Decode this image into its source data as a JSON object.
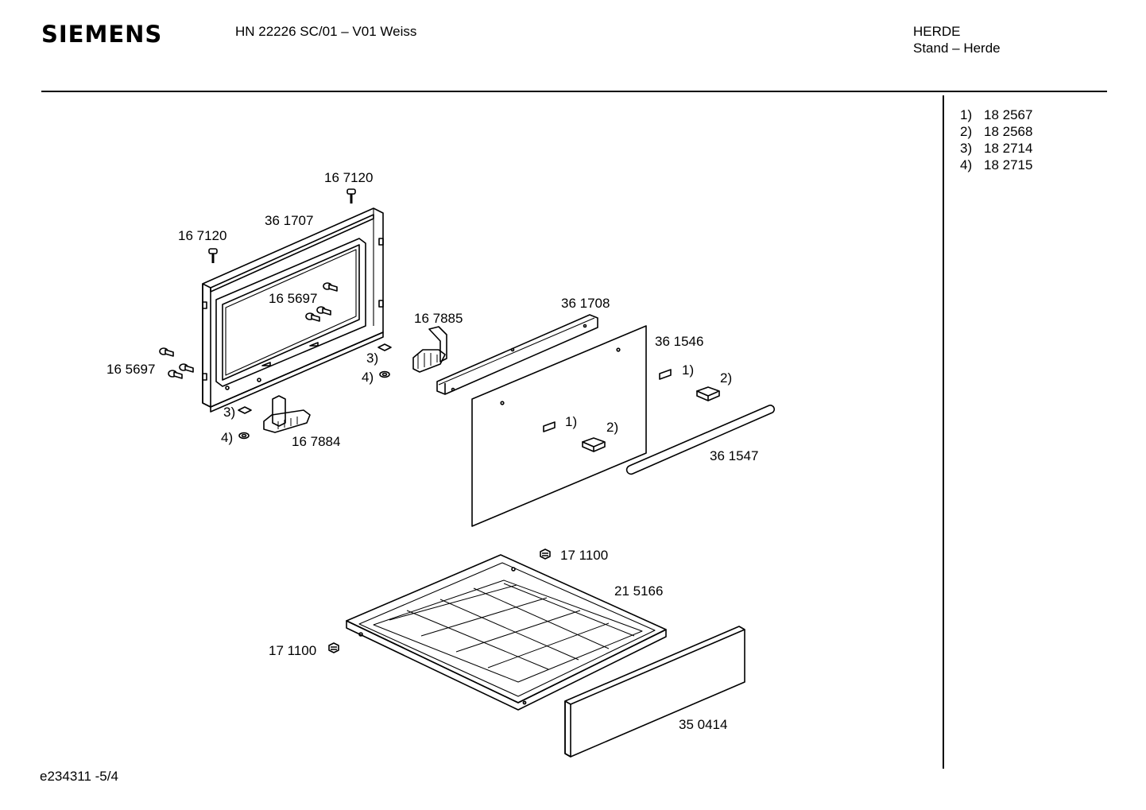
{
  "header": {
    "brand": "SIEMENS",
    "model": "HN 22226 SC/01 – V01 Weiss",
    "category": "HERDE",
    "subcategory": "Stand – Herde"
  },
  "legend": [
    {
      "key": "1)",
      "value": "18 2567"
    },
    {
      "key": "2)",
      "value": "18 2568"
    },
    {
      "key": "3)",
      "value": "18 2714"
    },
    {
      "key": "4)",
      "value": "18 2715"
    }
  ],
  "parts": {
    "screw_top": "16 7120",
    "frame": "36 1707",
    "screw_left": "16 7120",
    "screws_inner": "16 5697",
    "screws_outer": "16 5697",
    "hinge_right": "16 7885",
    "hinge_left": "16 7884",
    "rail": "36 1708",
    "glass_panel": "36 1546",
    "rod": "36 1547",
    "clip_top": "17 1100",
    "tray": "21 5166",
    "clip_left": "17 1100",
    "drawer_front": "35 0414",
    "ref_3_upper": "3)",
    "ref_4_upper": "4)",
    "ref_3_lower": "3)",
    "ref_4_lower": "4)",
    "ref_1_panel": "1)",
    "ref_2_panel": "2)",
    "ref_1_right": "1)",
    "ref_2_right": "2)"
  },
  "footer": {
    "drawing_id": "e234311 -5/4"
  }
}
